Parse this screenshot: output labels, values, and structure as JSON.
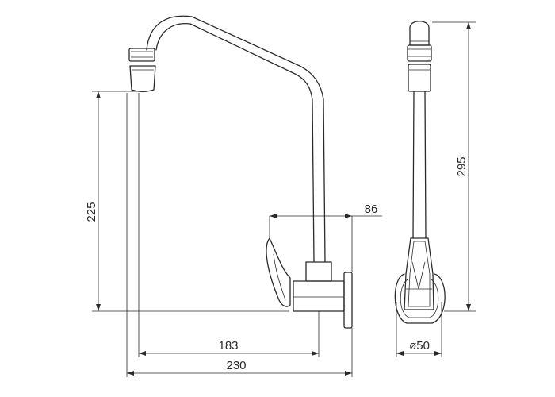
{
  "dimensions": {
    "spout_height": "225",
    "wall_offset": "86",
    "outlet_reach": "183",
    "overall_length": "230",
    "overall_height": "295",
    "flange_diameter": "ø50"
  }
}
